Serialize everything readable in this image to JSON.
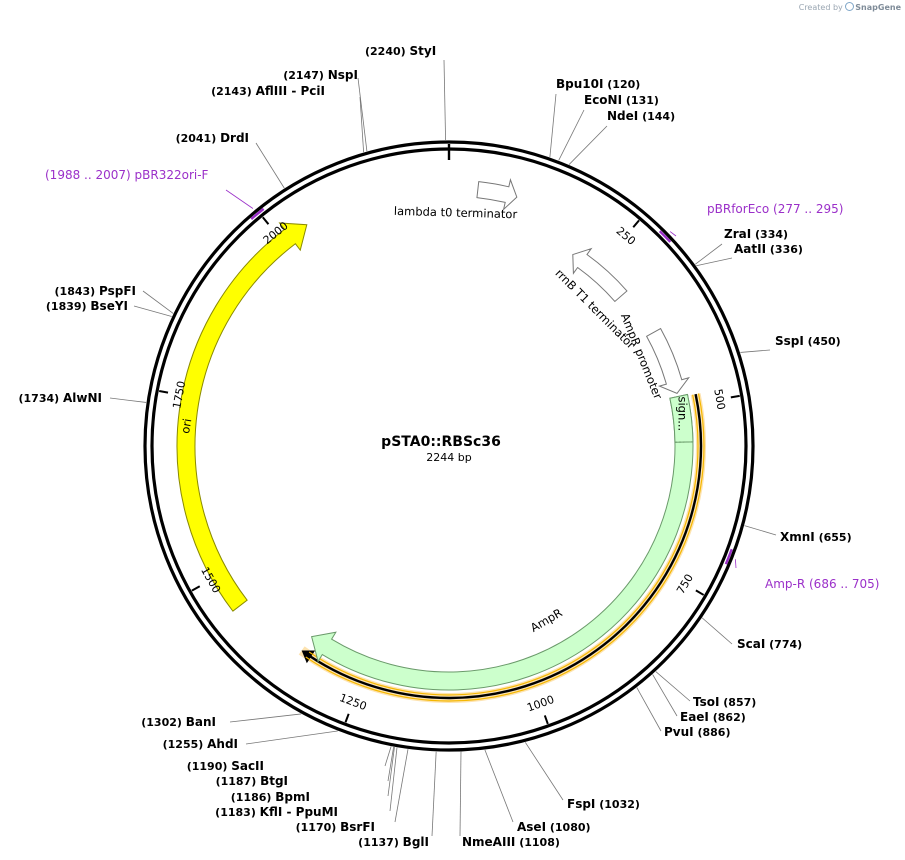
{
  "credit": {
    "prefix": "Created by",
    "brand": "SnapGene"
  },
  "plasmid": {
    "name": "pSTA0::RBSc36",
    "size_label": "2244 bp",
    "length": 2244
  },
  "ticks": [
    {
      "label": "250",
      "bp": 250
    },
    {
      "label": "500",
      "bp": 500
    },
    {
      "label": "750",
      "bp": 750
    },
    {
      "label": "1000",
      "bp": 1000
    },
    {
      "label": "1250",
      "bp": 1250
    },
    {
      "label": "1500",
      "bp": 1500
    },
    {
      "label": "1750",
      "bp": 1750
    },
    {
      "label": "2000",
      "bp": 2000
    }
  ],
  "enzymes": [
    {
      "name": "StyI",
      "pos": "(2240)",
      "site": 2240
    },
    {
      "name": "Bpu10I",
      "pos": "(120)",
      "site": 120
    },
    {
      "name": "EcoNI",
      "pos": "(131)",
      "site": 131
    },
    {
      "name": "NdeI",
      "pos": "(144)",
      "site": 144
    },
    {
      "name": "ZraI",
      "pos": "(334)",
      "site": 334
    },
    {
      "name": "AatII",
      "pos": "(336)",
      "site": 336
    },
    {
      "name": "SspI",
      "pos": "(450)",
      "site": 450
    },
    {
      "name": "XmnI",
      "pos": "(655)",
      "site": 655
    },
    {
      "name": "ScaI",
      "pos": "(774)",
      "site": 774
    },
    {
      "name": "TsoI",
      "pos": "(857)",
      "site": 857
    },
    {
      "name": "EaeI",
      "pos": "(862)",
      "site": 862
    },
    {
      "name": "PvuI",
      "pos": "(886)",
      "site": 886
    },
    {
      "name": "FspI",
      "pos": "(1032)",
      "site": 1032
    },
    {
      "name": "AseI",
      "pos": "(1080)",
      "site": 1080
    },
    {
      "name": "NmeAIII",
      "pos": "(1108)",
      "site": 1108
    },
    {
      "name": "BglI",
      "pos": "(1137)",
      "site": 1137
    },
    {
      "name": "BsrFI",
      "pos": "(1170)",
      "site": 1170
    },
    {
      "name": "KflI - PpuMI",
      "pos": "(1183)",
      "site": 1183
    },
    {
      "name": "BpmI",
      "pos": "(1186)",
      "site": 1186
    },
    {
      "name": "BtgI",
      "pos": "(1187)",
      "site": 1187
    },
    {
      "name": "SacII",
      "pos": "(1190)",
      "site": 1190
    },
    {
      "name": "AhdI",
      "pos": "(1255)",
      "site": 1255
    },
    {
      "name": "BanI",
      "pos": "(1302)",
      "site": 1302
    },
    {
      "name": "AlwNI",
      "pos": "(1734)",
      "site": 1734
    },
    {
      "name": "BseYI",
      "pos": "(1839)",
      "site": 1839
    },
    {
      "name": "PspFI",
      "pos": "(1843)",
      "site": 1843
    },
    {
      "name": "DrdI",
      "pos": "(2041)",
      "site": 2041
    },
    {
      "name": "AflIII - PciI",
      "pos": "(2143)",
      "site": 2143
    },
    {
      "name": "NspI",
      "pos": "(2147)",
      "site": 2147
    }
  ],
  "primers": [
    {
      "name": "pBRforEco",
      "range": "(277 .. 295)",
      "start": 277,
      "end": 295
    },
    {
      "name": "Amp-R",
      "range": "(686 .. 705)",
      "start": 686,
      "end": 705
    },
    {
      "name": "pBR322ori-F",
      "range": "(1988 .. 2007)",
      "start": 1988,
      "end": 2007
    }
  ],
  "features": {
    "lambda": {
      "label": "lambda t0 terminator",
      "start": 40,
      "end": 95,
      "dir": "cw"
    },
    "rrnb": {
      "label": "rrnB T1 terminator",
      "start": 205,
      "end": 305,
      "dir": "ccw"
    },
    "ampr_promoter": {
      "label": "AmpR promoter",
      "start": 380,
      "end": 480,
      "dir": "cw"
    },
    "signal": {
      "label": "sign...",
      "start": 485,
      "end": 555
    },
    "ampr": {
      "label": "AmpR",
      "start": 485,
      "end": 1345,
      "dir": "cw",
      "color": "#ccffcc"
    },
    "ori": {
      "label": "ori",
      "start": 1450,
      "end": 2040,
      "dir": "ccw",
      "color": "#ffff00"
    },
    "orf": {
      "start": 487,
      "end": 1345,
      "color": "#f5b700"
    }
  },
  "colors": {
    "primer": "#9b30c9",
    "backbone": "#000000"
  }
}
